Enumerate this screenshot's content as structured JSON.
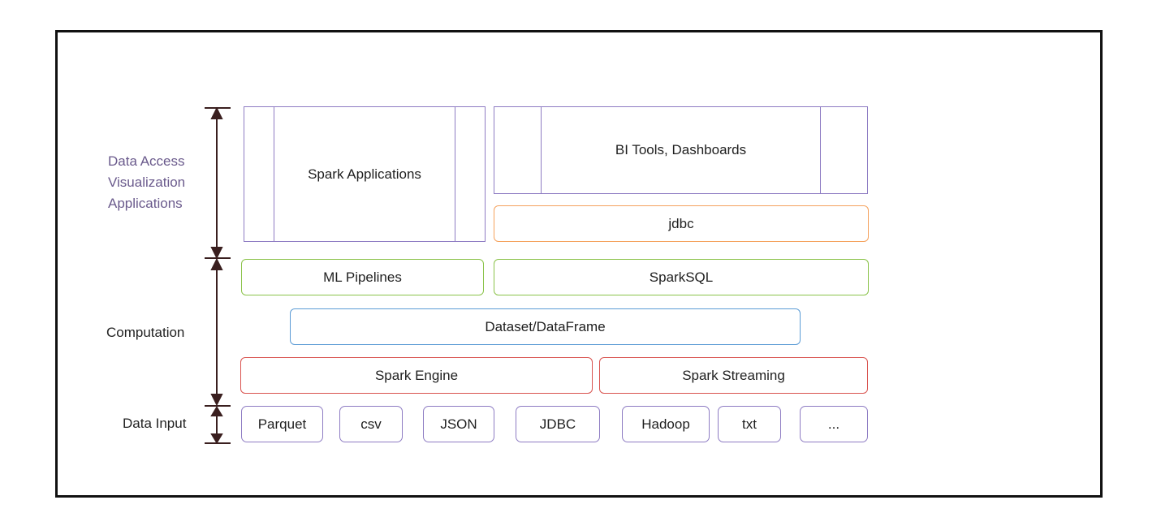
{
  "layers": {
    "access_label": [
      "Data Access",
      "Visualization",
      "Applications"
    ],
    "computation_label": "Computation",
    "input_label": "Data Input"
  },
  "apps": {
    "spark_applications": "Spark Applications",
    "bi_tools": "BI Tools, Dashboards",
    "jdbc": "jdbc"
  },
  "computation": {
    "ml_pipelines": "ML Pipelines",
    "sparksql": "SparkSQL",
    "dataset": "Dataset/DataFrame",
    "spark_engine": "Spark Engine",
    "spark_streaming": "Spark Streaming"
  },
  "inputs": [
    "Parquet",
    "csv",
    "JSON",
    "JDBC",
    "Hadoop",
    "txt",
    "..."
  ],
  "colors": {
    "purple": "#8e7cc3",
    "green": "#8bc34a",
    "blue": "#5b9bd5",
    "red": "#d9534f",
    "orange": "#f5a25d",
    "arrow": "#3a1f1f"
  }
}
